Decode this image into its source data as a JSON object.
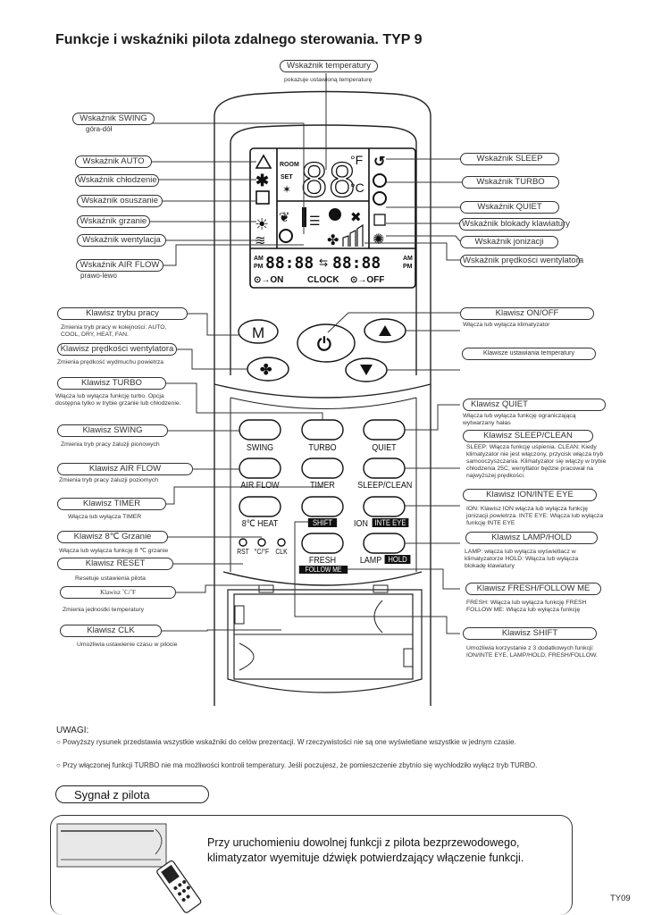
{
  "title": "Funkcje i wskaźniki pilota zdalnego sterowania. TYP 9",
  "top_indicator": {
    "label": "Wskaźnik temperatury",
    "desc": "pokazuje ustawioną temperaturę"
  },
  "left_indicators": [
    {
      "label": "Wskaźnik SWING",
      "desc": "góra-dół"
    },
    {
      "label": "Wskaźnik AUTO",
      "desc": ""
    },
    {
      "label": "Wskaźnik chłodzenie",
      "desc": ""
    },
    {
      "label": "Wskaźnik osuszanie",
      "desc": ""
    },
    {
      "label": "Wskaźnik grzanie",
      "desc": ""
    },
    {
      "label": "Wskaźnik wentylacja",
      "desc": ""
    },
    {
      "label": "Wskaźnik AIR FLOW",
      "desc": "prawo-lewo"
    }
  ],
  "right_indicators": [
    {
      "label": "Wskaźnik SLEEP"
    },
    {
      "label": "Wskaźnik TURBO"
    },
    {
      "label": "Wskaźnik QUIET"
    },
    {
      "label": "Wskaźnik blokady klawiatury"
    },
    {
      "label": "Wskaźnik jonizacji"
    },
    {
      "label": "Wskaźnik prędkości wentylatora"
    }
  ],
  "left_keys": [
    {
      "label": "Klawisz trybu pracy",
      "desc": "Zmienia tryb pracy w kolejności: AUTO, COOL, DRY, HEAT, FAN."
    },
    {
      "label": "Klawisz prędkości wentylatora",
      "desc": "Zmienia prędkość wydmuchu powietrza"
    },
    {
      "label": "Klawisz TURBO",
      "desc": "Włącza lub wyłącza funkcję turbo. Opcja dostępna tylko w trybie grzanie lub chłodzenie."
    },
    {
      "label": "Klawisz SWING",
      "desc": "Zmienia tryb pracy żaluzji pionowych"
    },
    {
      "label": "Klawisz AIR  FLOW",
      "desc": "Zmienia tryb pracy żaluzji poziomych"
    },
    {
      "label": "Klawisz TIMER",
      "desc": "Włącza lub wyłącza TIMER"
    },
    {
      "label": "Klawisz 8℃ Grzanie",
      "desc": "Włącza lub wyłącza funkcję 8 ℃ grzanie"
    },
    {
      "label": "Klawisz RESET",
      "desc": "Resetuje ustawienia pilota"
    },
    {
      "label": "Klawisz ˚C/˚F",
      "desc": "Zmienia jednostki temperatury"
    },
    {
      "label": "Klawisz CLK",
      "desc": "Umożliwia ustawienie czasu w pilocie"
    }
  ],
  "right_keys": [
    {
      "label": "Klawisz ON/OFF",
      "desc": "Włącza lub wyłącza klimatyzator"
    },
    {
      "label": "Klawisze ustawiania temperatury",
      "desc": ""
    },
    {
      "label": "Klawisz QUIET",
      "desc": "Włącza lub wyłącza funkcję ograniczającą wytwarzany hałas"
    },
    {
      "label": "Klawisz SLEEP/CLEAN",
      "desc": "SLEEP: Włącza funkcję uśpienia. CLEAN: Kiedy klimatyzator nie jest włączony, przycisk włącza tryb samooczyszczania. Klimatyzator się włączy w trybie chłodzenia 25C, wenytlator będzie pracował na najwyższej prędkości."
    },
    {
      "label": "Klawisz ION/INTE EYE",
      "desc": "ION: Klawisz ION włącza lub wyłącza funkcję jonizacji powietrza. INTE EYE: Włącza lub wyłącza funkcję INTE EYE"
    },
    {
      "label": "Klawisz LAMP/HOLD",
      "desc": "LAMP: włącza lub wyłącza wyświetlacz w klimatyzatorze HOLD: Włącza lub wyłącza blokadę klawiatury"
    },
    {
      "label": "Klawisz FRESH/FOLLOW ME",
      "desc": "FRESH: Włącza lub wyłącza funkcję FRESH FOLLOW ME: Włącza lub wyłącza funkcję"
    },
    {
      "label": "Klawisz SHIFT",
      "desc": "Umożliwia korzystanie z 3 dodatkowych funkcji: ION/INTE EYE, LAMP/HOLD, FRESH/FOLLOW."
    }
  ],
  "remote": {
    "lcd": {
      "room": "ROOM",
      "set": "SET",
      "temp_digits": "88",
      "unit_f": "°F",
      "unit_c": "°C",
      "am": "AM",
      "pm": "PM",
      "time_on": "88:88",
      "time_off": "88:88",
      "timer_on": "ON",
      "clock": "CLOCK",
      "timer_off": "OFF"
    },
    "mode_button": "M",
    "buttons": [
      "SWING",
      "TURBO",
      "QUIET",
      "AIR FLOW",
      "TIMER",
      "SLEEP/CLEAN",
      "8℃  HEAT",
      "SHIFT",
      "ION",
      "INTE EYE",
      "FRESH",
      "FOLLOW ME",
      "LAMP",
      "HOLD"
    ],
    "small_buttons": [
      "RST",
      "°C/°F",
      "CLK"
    ]
  },
  "notes": {
    "heading": "UWAGI:",
    "items": [
      "Powyższy rysunek przedstawia wszystkie wskaźniki do celów prezentacji. W rzeczywistości nie są one wyświetlane wszystkie w jednym czasie.",
      "Przy włączonej funkcji TURBO nie ma możliwości kontroli temperatury. Jeśli poczujesz, że pomieszczenie zbytnio się wychłodziło wyłącz tryb TURBO."
    ]
  },
  "signal": {
    "heading": "Sygnał z pilota",
    "text_line1": "Przy uruchomieniu dowolnej funkcji z pilota bezprzewodowego,",
    "text_line2": "klimatyzator wyemituje dźwięk potwierdzający włączenie funkcji."
  },
  "page_code": "TY09"
}
